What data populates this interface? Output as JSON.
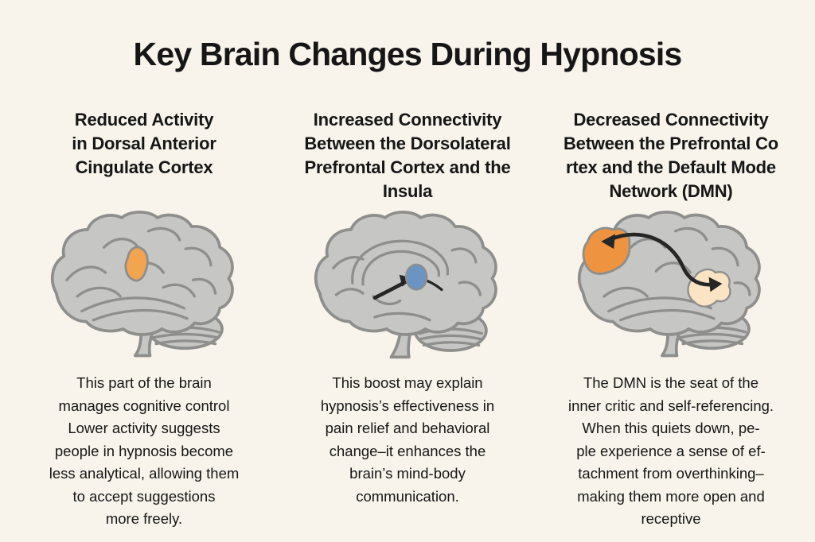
{
  "title": "Key Brain Changes During Hypnosis",
  "colors": {
    "background": "#f8f4ec",
    "text": "#161616",
    "brain_fill": "#c6c6c4",
    "brain_outline": "#8e8e8c",
    "highlight_orange": "#f2a44f",
    "highlight_orange_deep": "#ee9440",
    "highlight_blue": "#6b93c4",
    "highlight_cream": "#fbe4c4",
    "arrow": "#262626"
  },
  "columns": [
    {
      "heading": "Reduced Activity\nin Dorsal Anterior\nCingulate Cortex",
      "illustration": "brain lateral view with orange dorsal anterior cingulate region",
      "body": "This part of the brain\nmanages cognitive control\nLower activity suggests\npeople in hypnosis become\nless analytical, allowing them\nto accept suggestions\nmore freely."
    },
    {
      "heading": "Increased Connectivity\nBetween the Dorsolateral\nPrefrontal Cortex and the\nInsula",
      "illustration": "brain medial view with blue insula region and black arrow",
      "body": "This boost may explain\nhypnosis’s effectiveness in\npain relief and behavioral\nchange–it enhances the\nbrain’s mind-body\ncommunication."
    },
    {
      "heading": "Decreased Connectivity\nBetween the Prefrontal Co\nrtex and the Default Mode\nNetwork (DMN)",
      "illustration": "brain lateral view with orange prefrontal region, cream DMN region and double-headed arrow",
      "body": "The DMN is the seat of the\ninner critic and self-referencing.\nWhen this quiets down, pe-\nple experience a sense of ef-\ntachment from overthinking–\nmaking them more open and\nreceptive"
    }
  ]
}
